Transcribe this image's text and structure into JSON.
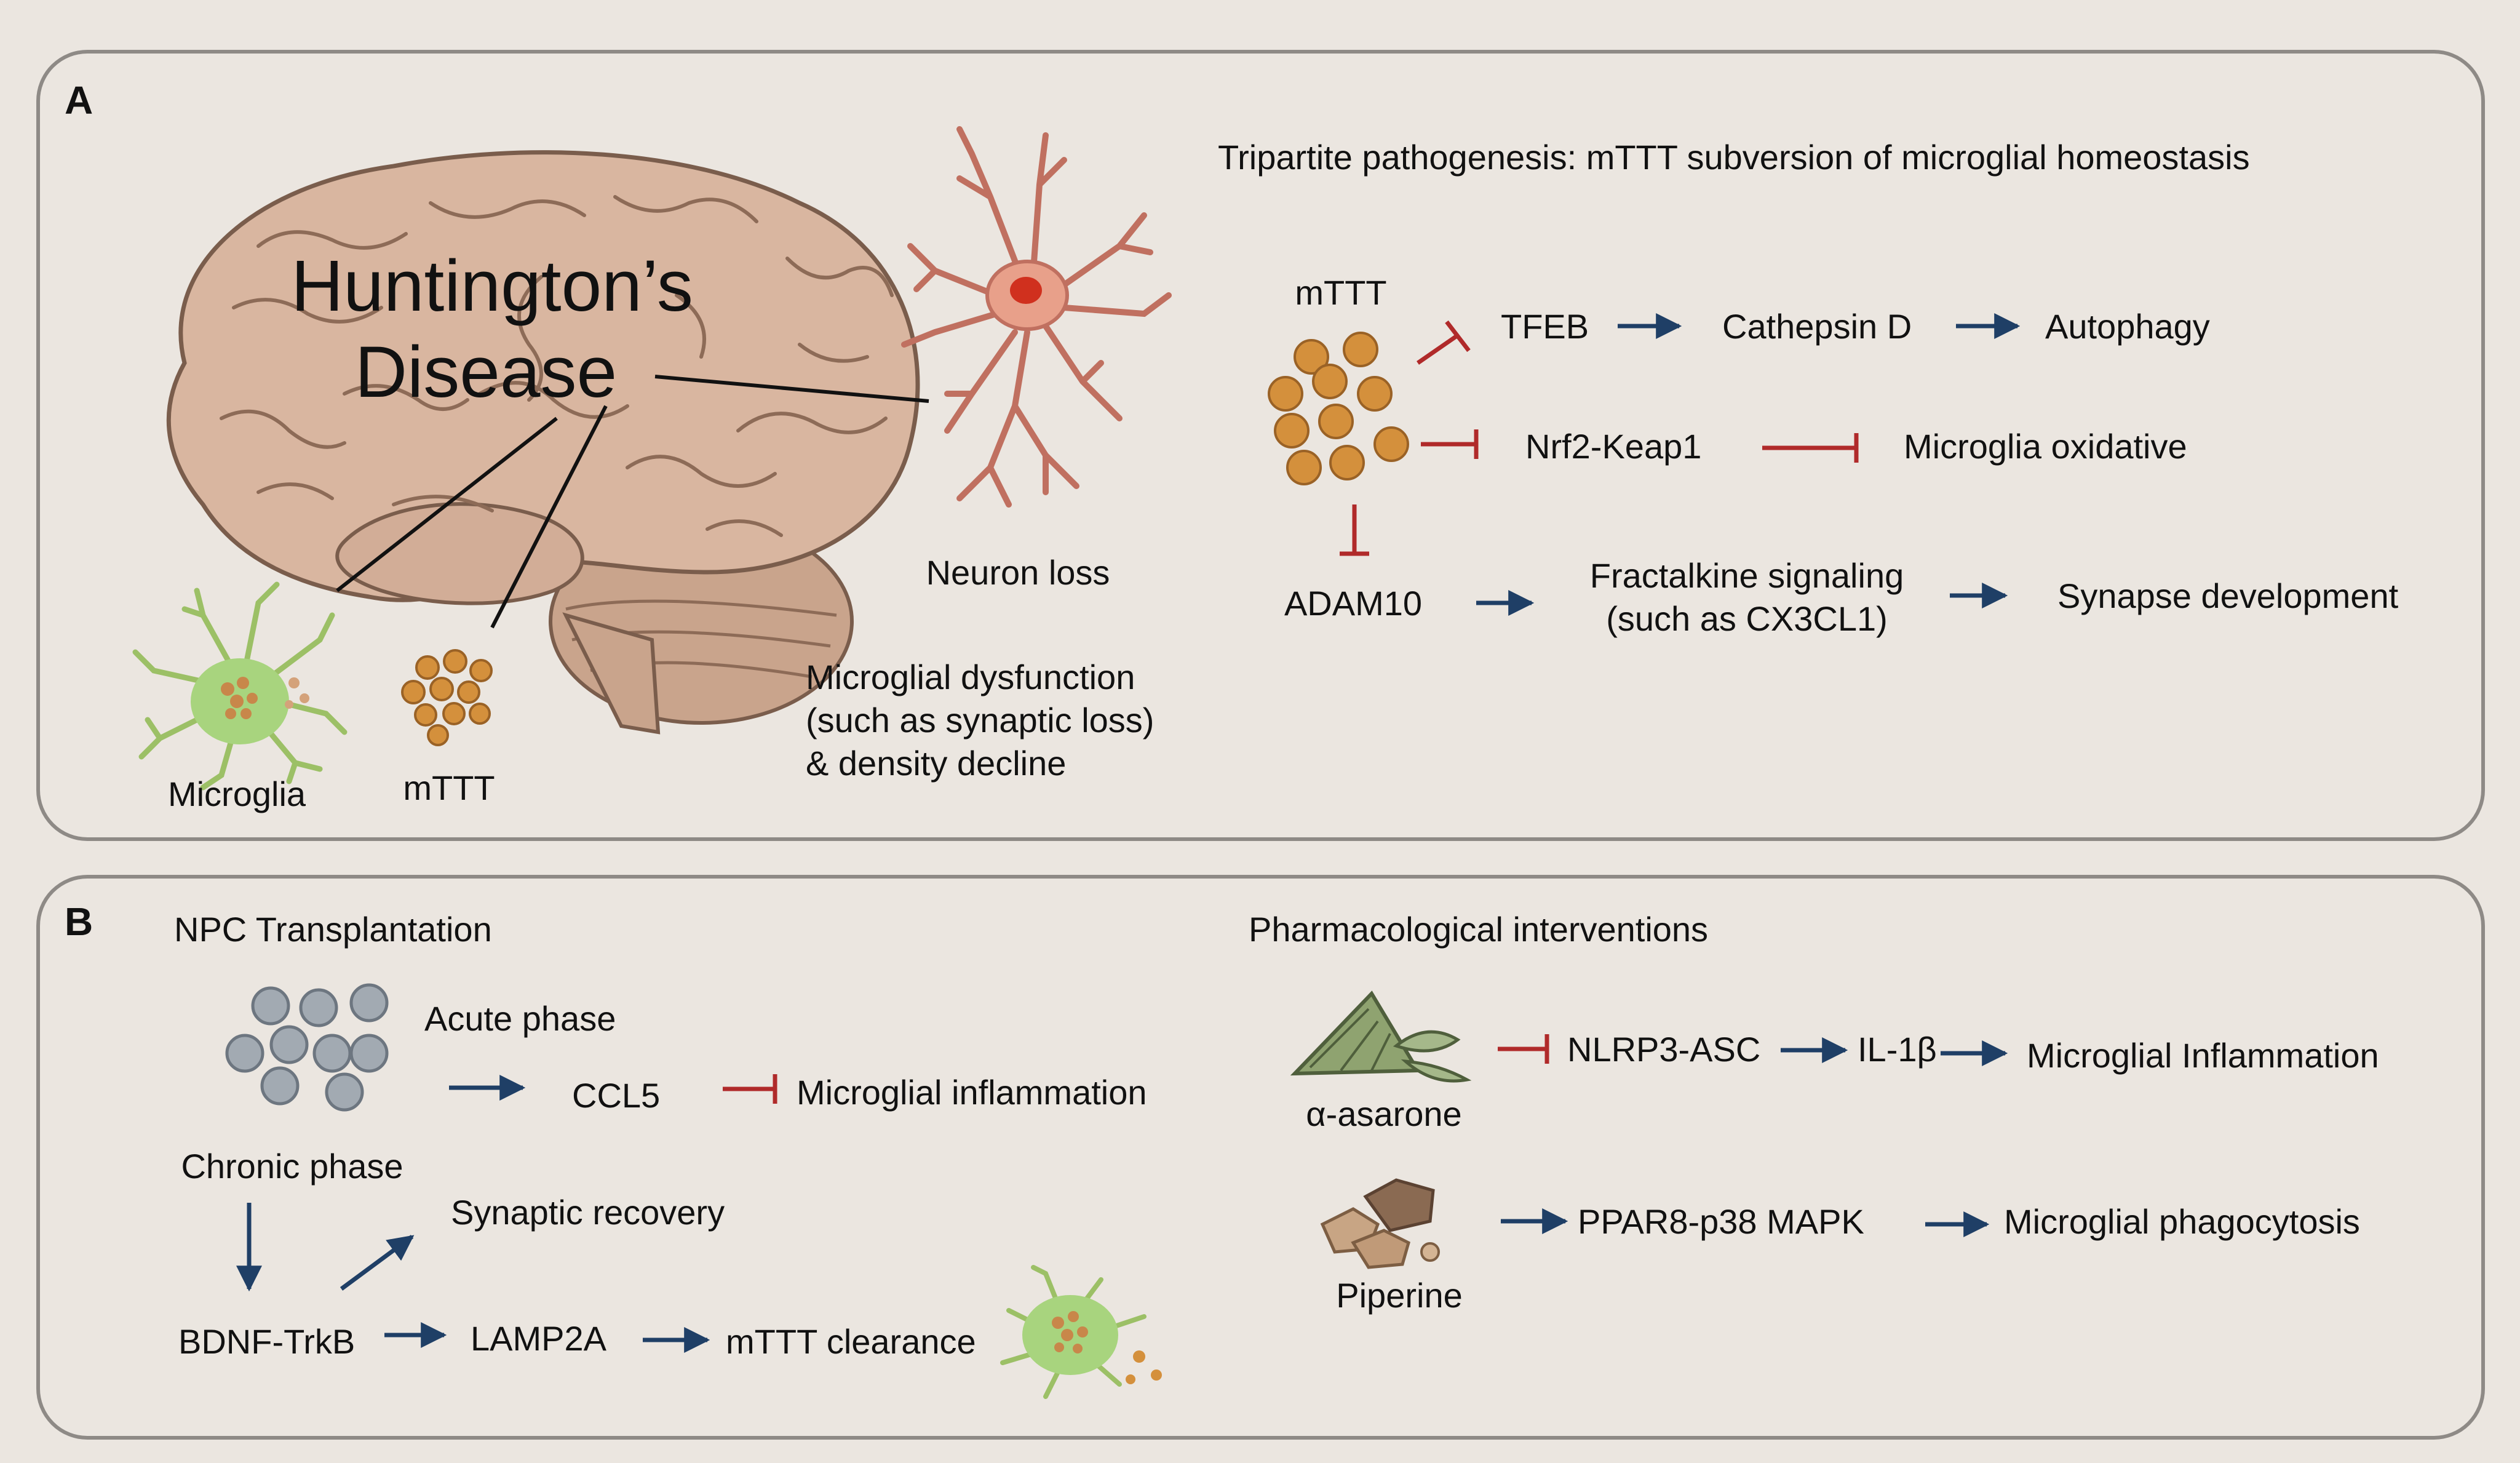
{
  "panel_a": {
    "letter": "A",
    "title_line1": "Huntington’s",
    "title_line2": "Disease",
    "neuron_label": "Neuron loss",
    "microglia_label": "Microglia",
    "mttt_label": "mTTT",
    "dysfunction_line1": "Microglial dysfunction",
    "dysfunction_line2": "(such as synaptic loss)",
    "dysfunction_line3": "& density decline",
    "pathogenesis_title": "Tripartite pathogenesis: mTTT subversion of microglial homeostasis",
    "mttt_cluster_label": "mTTT",
    "tfeb": "TFEB",
    "cathepsin": "Cathepsin D",
    "autophagy": "Autophagy",
    "nrf2": "Nrf2-Keap1",
    "oxidative": "Microglia oxidative",
    "adam10": "ADAM10",
    "fractalkine_line1": "Fractalkine signaling",
    "fractalkine_line2": "(such as CX3CL1)",
    "synapse_dev": "Synapse development"
  },
  "panel_b": {
    "letter": "B",
    "npc_title": "NPC Transplantation",
    "acute": "Acute phase",
    "ccl5": "CCL5",
    "inflammation": "Microglial inflammation",
    "chronic": "Chronic phase",
    "synaptic_recovery": "Synaptic recovery",
    "bdnf": "BDNF-TrkB",
    "lamp2a": "LAMP2A",
    "clearance": "mTTT clearance",
    "pharm_title": "Pharmacological interventions",
    "asarone": "α-asarone",
    "nlrp3": "NLRP3-ASC",
    "il1b": "IL-1β",
    "microglial_inflammation": "Microglial Inflammation",
    "piperine": "Piperine",
    "ppar": "PPAR8-p38 MAPK",
    "phagocytosis": "Microglial phagocytosis"
  },
  "colors": {
    "background": "#ebe6e0",
    "panel_border": "#8e8a86",
    "activation_arrow": "#1f3f66",
    "inhibition": "#b02a2a",
    "text": "#1c1c1c",
    "brain": "#d7b49e",
    "aggregate": "#d4903c",
    "microglia": "#a8d47e",
    "npc": "#a2aab2",
    "neuron": "#e8a08a"
  }
}
